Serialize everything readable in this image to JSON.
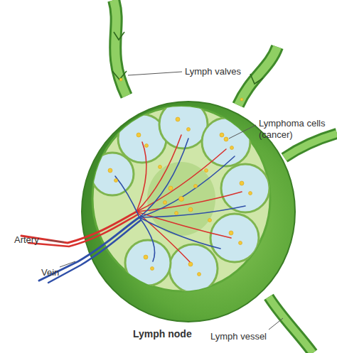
{
  "diagram": {
    "caption": "Lymph node",
    "labels": [
      "Lymph valves",
      "Lymphoma cells (cancer)",
      "Artery",
      "Vein",
      "Lymph vessel"
    ]
  }
}
